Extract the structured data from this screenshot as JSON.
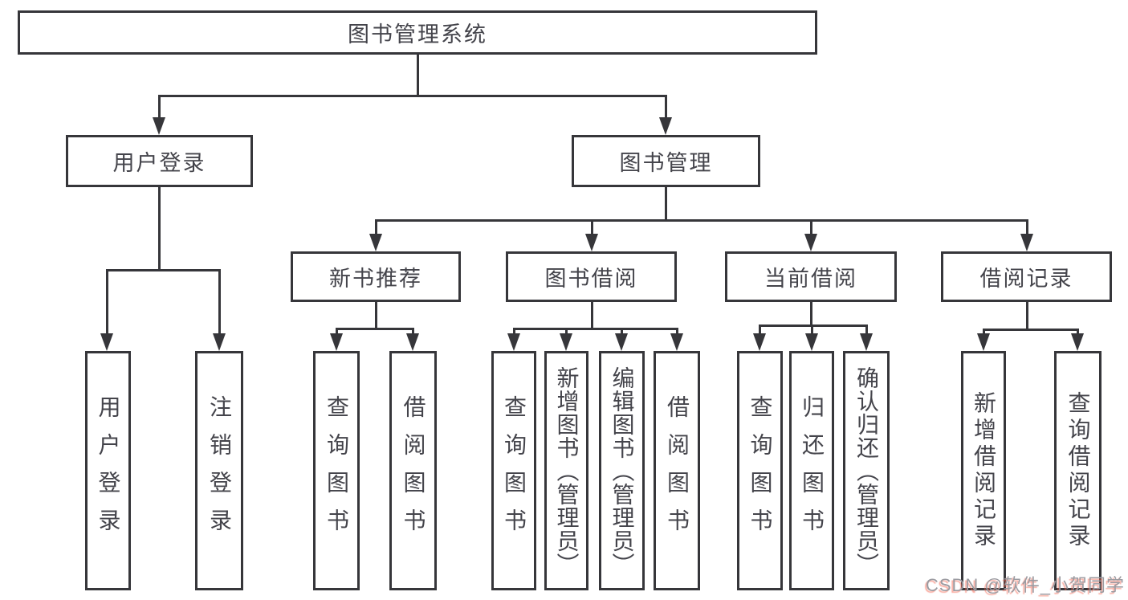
{
  "nodes": {
    "root": "图书管理系统",
    "user_login": "用户登录",
    "book_mgmt": "图书管理",
    "new_book_rec": "新书推荐",
    "book_borrow": "图书借阅",
    "current_borrow": "当前借阅",
    "borrow_record": "借阅记录",
    "leaf_user_login": "用户登录",
    "leaf_logout": "注销登录",
    "leaf_query_book_rec": "查询图书",
    "leaf_borrow_book_rec": "借阅图书",
    "leaf_query_book_borrow": "查询图书",
    "leaf_add_book": "新增图书（管理员）",
    "leaf_edit_book": "编辑图书（管理员）",
    "leaf_borrow_book_borrow": "借阅图书",
    "leaf_query_book_current": "查询图书",
    "leaf_return_book": "归还图书",
    "leaf_confirm_return": "确认归还（管理员）",
    "leaf_add_borrow_record": "新增借阅记录",
    "leaf_query_borrow_record": "查询借阅记录"
  },
  "watermark": "CSDN @软件_小贺同学",
  "colors": {
    "line": "#36363a",
    "text": "#44444b",
    "watermark_text": "#9b9ba1",
    "watermark_accent": "#f46a56"
  }
}
